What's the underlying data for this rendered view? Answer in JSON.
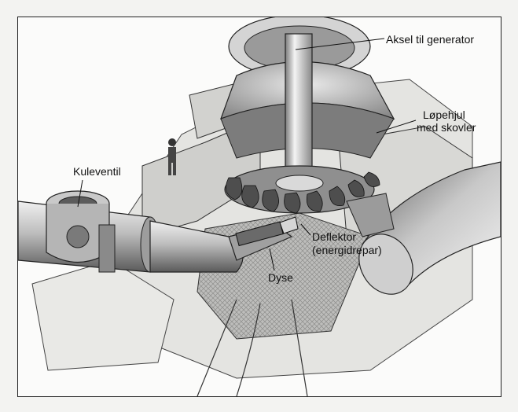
{
  "labels": {
    "shaft": "Aksel til generator",
    "runner_line1": "Løpehjul",
    "runner_line2": "med skovler",
    "valve": "Kuleventil",
    "deflector_line1": "Deflektor",
    "deflector_line2": "(energidrepar)",
    "nozzle": "Dyse"
  },
  "colors": {
    "background": "#fbfbfa",
    "ink": "#111111",
    "metal_dark": "#6e6e6e",
    "metal_mid": "#a8a8a8",
    "metal_light": "#e2e2e2",
    "concrete": "#d9d9d6"
  }
}
